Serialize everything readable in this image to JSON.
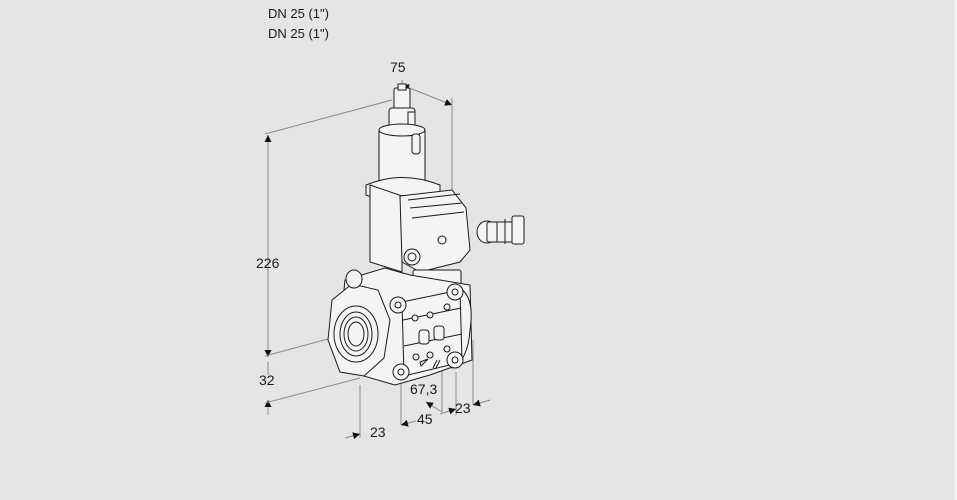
{
  "header": {
    "lines": [
      "DN 25 (1\")",
      "DN 25 (1\")"
    ]
  },
  "drawing": {
    "subject": "gas solenoid valve with actuator and cable gland",
    "colors": {
      "background": "#e5e5e5",
      "line": "#1a1a1a",
      "dimension_line": "#8a8a8a",
      "body_fill": "#f4f4f4"
    }
  },
  "dimensions": {
    "width_top": "75",
    "height_total": "226",
    "height_lower": "32",
    "depth_left": "23",
    "depth_mid": "45",
    "depth_offset": "67,3",
    "depth_right": "23"
  }
}
